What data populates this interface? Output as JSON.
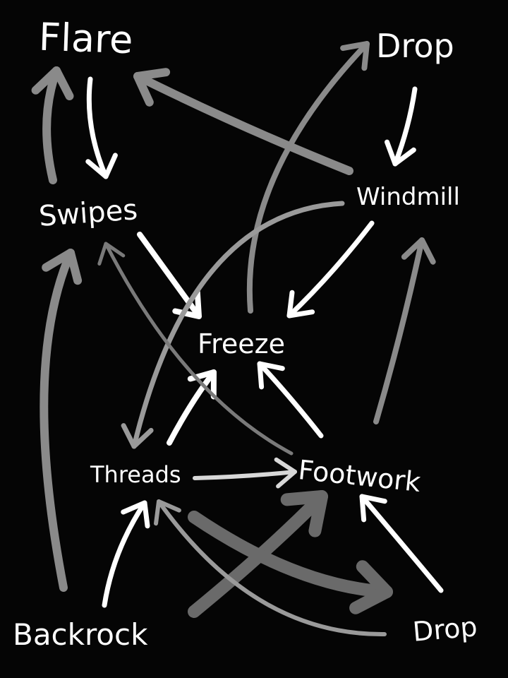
{
  "diagram": {
    "nodes": [
      {
        "id": "flare",
        "label": "Flare"
      },
      {
        "id": "drop_top",
        "label": "Drop"
      },
      {
        "id": "swipes",
        "label": "Swipes"
      },
      {
        "id": "windmill",
        "label": "Windmill"
      },
      {
        "id": "freeze",
        "label": "Freeze"
      },
      {
        "id": "threads",
        "label": "Threads"
      },
      {
        "id": "footwork",
        "label": "Footwork"
      },
      {
        "id": "backrock",
        "label": "Backrock"
      },
      {
        "id": "drop_bottom",
        "label": "Drop"
      }
    ],
    "edges": [
      {
        "from": "flare",
        "to": "swipes",
        "color": "#ffffff"
      },
      {
        "from": "swipes",
        "to": "flare",
        "color": "#8a8a8a"
      },
      {
        "from": "windmill",
        "to": "flare",
        "color": "#8a8a8a"
      },
      {
        "from": "drop_top",
        "to": "windmill",
        "color": "#ffffff"
      },
      {
        "from": "freeze",
        "to": "drop_top",
        "color": "#8a8a8a"
      },
      {
        "from": "swipes",
        "to": "freeze",
        "color": "#ffffff"
      },
      {
        "from": "windmill",
        "to": "freeze",
        "color": "#ffffff"
      },
      {
        "from": "windmill",
        "to": "threads",
        "color": "#9a9a9a"
      },
      {
        "from": "threads",
        "to": "freeze",
        "color": "#ffffff"
      },
      {
        "from": "footwork",
        "to": "freeze",
        "color": "#ffffff"
      },
      {
        "from": "footwork",
        "to": "windmill",
        "color": "#8a8a8a"
      },
      {
        "from": "footwork",
        "to": "swipes",
        "color": "#7a7a7a"
      },
      {
        "from": "threads",
        "to": "footwork",
        "color": "#d8d8d8"
      },
      {
        "from": "backrock",
        "to": "swipes",
        "color": "#8a8a8a"
      },
      {
        "from": "backrock",
        "to": "threads",
        "color": "#ffffff"
      },
      {
        "from": "backrock",
        "to": "footwork",
        "color": "#6a6a6a"
      },
      {
        "from": "drop_bottom",
        "to": "footwork",
        "color": "#ffffff"
      },
      {
        "from": "drop_bottom",
        "to": "threads",
        "color": "#9a9a9a"
      },
      {
        "from": "threads",
        "to": "drop_bottom",
        "color": "#6a6a6a"
      }
    ]
  }
}
